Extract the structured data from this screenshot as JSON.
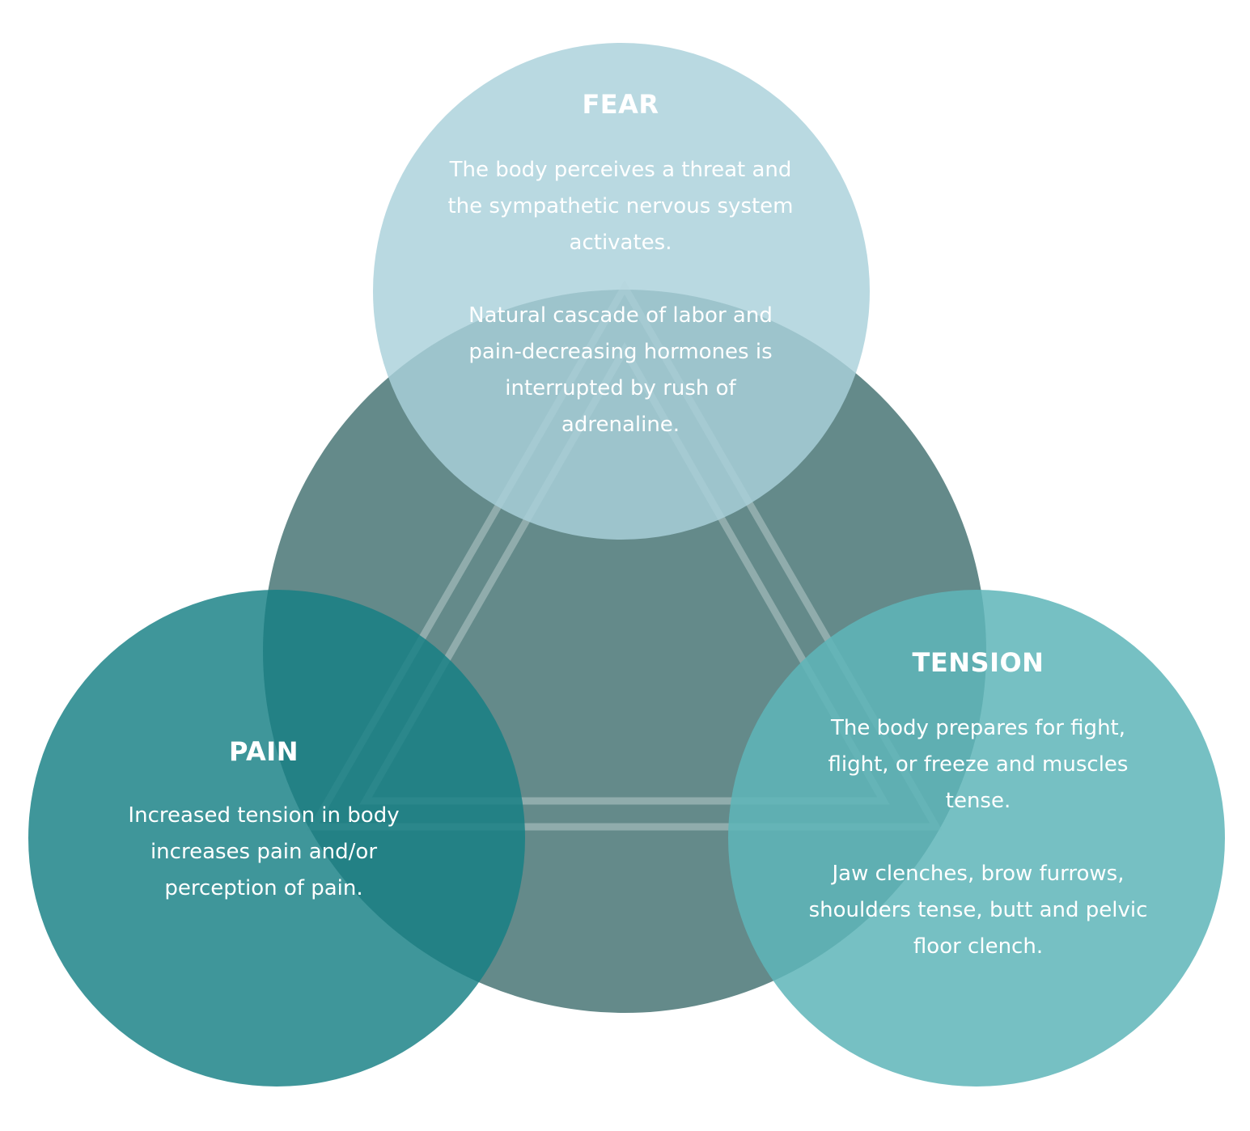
{
  "colors": {
    "background": "#ffffff",
    "center_circle": "#4f7a7a",
    "fear_circle": "#a9d1da",
    "pain_circle": "#157f84",
    "tension_circle": "#5eb5b8",
    "triangle_stroke": "#d8e6e6",
    "text": "#ffffff"
  },
  "nodes": {
    "fear": {
      "title": "FEAR",
      "paragraph_1": "The body perceives a threat and the sympathetic nervous system activates.",
      "paragraph_2": "Natural cascade of labor and pain-decreasing hormones is interrupted by rush of adrenaline."
    },
    "pain": {
      "title": "PAIN",
      "paragraph_1": "Increased tension in body increases pain and/or perception of pain."
    },
    "tension": {
      "title": "TENSION",
      "paragraph_1": "The body prepares for fight, flight, or freeze and muscles tense.",
      "paragraph_2": "Jaw clenches, brow furrows, shoulders tense, butt and pelvic floor clench."
    }
  }
}
